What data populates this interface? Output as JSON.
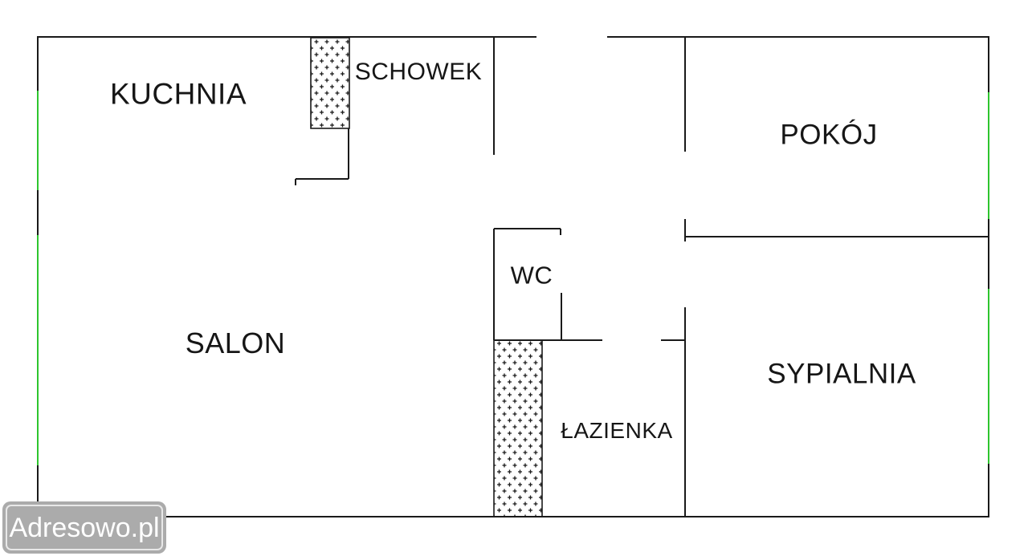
{
  "floor_plan": {
    "rooms": [
      {
        "id": "kuchnia",
        "label": "KUCHNIA"
      },
      {
        "id": "schowek",
        "label": "SCHOWEK"
      },
      {
        "id": "pokoj",
        "label": "POKÓJ"
      },
      {
        "id": "salon",
        "label": "SALON"
      },
      {
        "id": "wc",
        "label": "WC"
      },
      {
        "id": "lazienka",
        "label": "ŁAZIENKA"
      },
      {
        "id": "sypialnia",
        "label": "SYPIALNIA"
      }
    ],
    "colors": {
      "wall": "#1a1a1a",
      "window": "#2ec52e"
    }
  },
  "watermark": {
    "text": "Adresowo.pl",
    "background": "#ababab",
    "border": "#e8e8e8",
    "text_color": "#ffffff"
  }
}
